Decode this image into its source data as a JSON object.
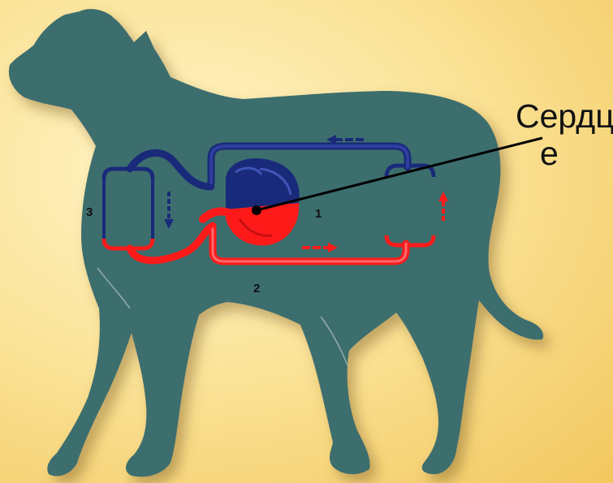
{
  "callout": {
    "line1": "Сердц",
    "line2": "е"
  },
  "labels": {
    "n1": "1",
    "n2": "2",
    "n3": "3"
  },
  "colors": {
    "background": "#f7d67a",
    "body": "#3e6e6e",
    "venous": "#1a2a7a",
    "arterial": "#ff1a1a",
    "outline": "#e8d6c0"
  }
}
